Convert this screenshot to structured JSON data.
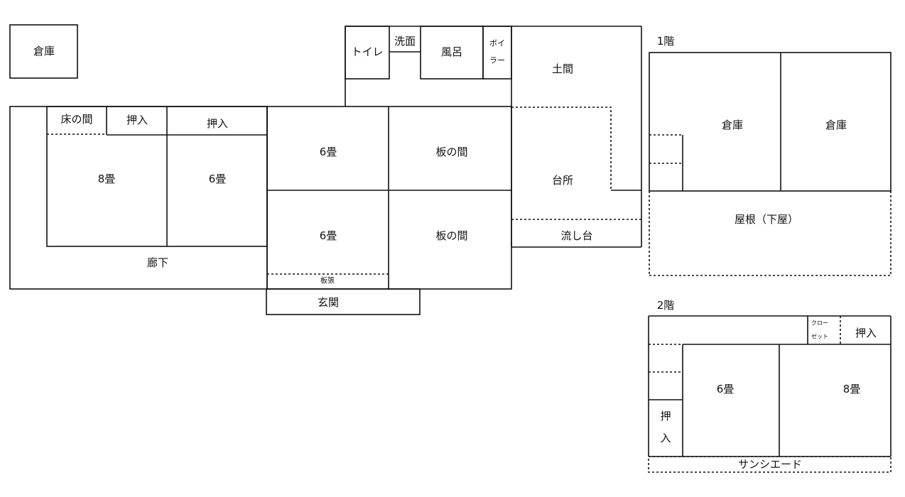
{
  "floor_labels": {
    "first": "1階",
    "second": "2階"
  },
  "ground": {
    "storage": "倉庫",
    "tokonoma": "床の間",
    "oshiire_a": "押入",
    "oshiire_b": "押入",
    "room_8": "8畳",
    "room_6_west": "6畳",
    "room_6_north": "6畳",
    "room_6_south": "6畳",
    "itanoma_north": "板の間",
    "itanoma_south": "板の間",
    "corridor": "廊下",
    "itabari": "板張",
    "genkan": "玄関",
    "toilet": "トイレ",
    "washroom": "洗面",
    "bath": "風呂",
    "boiler_1": "ボイ",
    "boiler_2": "ラー",
    "doma": "土間",
    "kitchen": "台所",
    "sink": "流し台"
  },
  "annex_1f": {
    "storage_left": "倉庫",
    "storage_right": "倉庫",
    "roof": "屋根（下屋）"
  },
  "annex_2f": {
    "closet_1": "クロー",
    "closet_2": "ゼット",
    "oshiire_top": "押入",
    "room_6": "6畳",
    "room_8": "8畳",
    "oshiire_side_1": "押",
    "oshiire_side_2": "入",
    "sunshade": "サンシエード"
  }
}
